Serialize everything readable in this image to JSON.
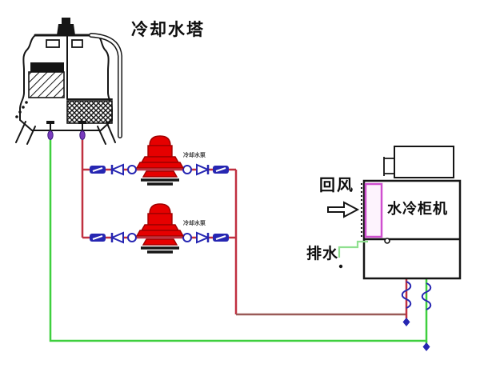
{
  "labels": {
    "cooling_tower": "冷却水塔",
    "cabinet": "水冷柜机",
    "return_air": "回风",
    "drain": "排水",
    "pump_1": "冷却水泵",
    "pump_2": "冷却水泵"
  },
  "colors": {
    "pump_red": "#e60000",
    "pipe_red": "#c03040",
    "pipe_maroon": "#9a5a58",
    "pipe_green": "#3ecf3e",
    "drain_green": "#8fe08f",
    "valve_blue": "#2626b2",
    "fitting_purple": "#7a3bbf",
    "coil_magenta": "#cf4fcf",
    "line_black": "#151515"
  }
}
